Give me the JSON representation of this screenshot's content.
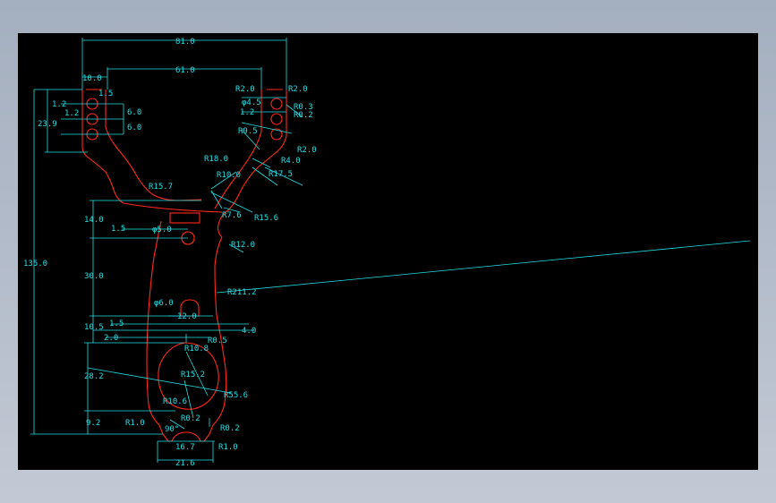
{
  "colors": {
    "dimension": "#1fe0e6",
    "outline": "#ff2a1a",
    "canvas": "#000000"
  },
  "dims": {
    "w81": "81.0",
    "w61": "61.0",
    "w10": "10.0",
    "r1_5_top": "1.5",
    "h1_2a": "1.2",
    "h1_2b": "1.2",
    "h23_9": "23.9",
    "h6_0a": "6.0",
    "h6_0b": "6.0",
    "r2_0a": "R2.0",
    "r2_0b": "R2.0",
    "d4_5": "φ4.5",
    "h1_2c": "1.2",
    "r0_3": "R0.3",
    "r0_2a": "R0.2",
    "r9_5": "R9.5",
    "r2_0c": "R2.0",
    "r4_0": "R4.0",
    "r18_0": "R18.0",
    "r17_5": "R17.5",
    "r10_0a": "R10.0",
    "r15_7": "R15.7",
    "r7_6": "R7.6",
    "r15_6": "R15.6",
    "h14_0": "14.0",
    "r1_5_mid": "1.5",
    "d5_0": "φ5.0",
    "r12_0": "R12.0",
    "h135": "135.0",
    "h30": "30.0",
    "r211": "R211.2",
    "d6_0": "φ6.0",
    "w12": "12.0",
    "r1_5_low": "1.5",
    "h10_5": "10.5",
    "w4_0": "4.0",
    "w2_0": "2.0",
    "r0_5": "R0.5",
    "r10_8": "R10.8",
    "h28_2": "28.2",
    "r15_2": "R15.2",
    "r55_6": "R55.6",
    "r10_6": "R10.6",
    "h9_2": "9.2",
    "r1_0a": "R1.0",
    "r0_2b": "R0.2",
    "ang90": "90°",
    "r0_2c": "R0.2",
    "w16_7": "16.7",
    "r1_0b": "R1.0",
    "w21_6": "21.6"
  }
}
